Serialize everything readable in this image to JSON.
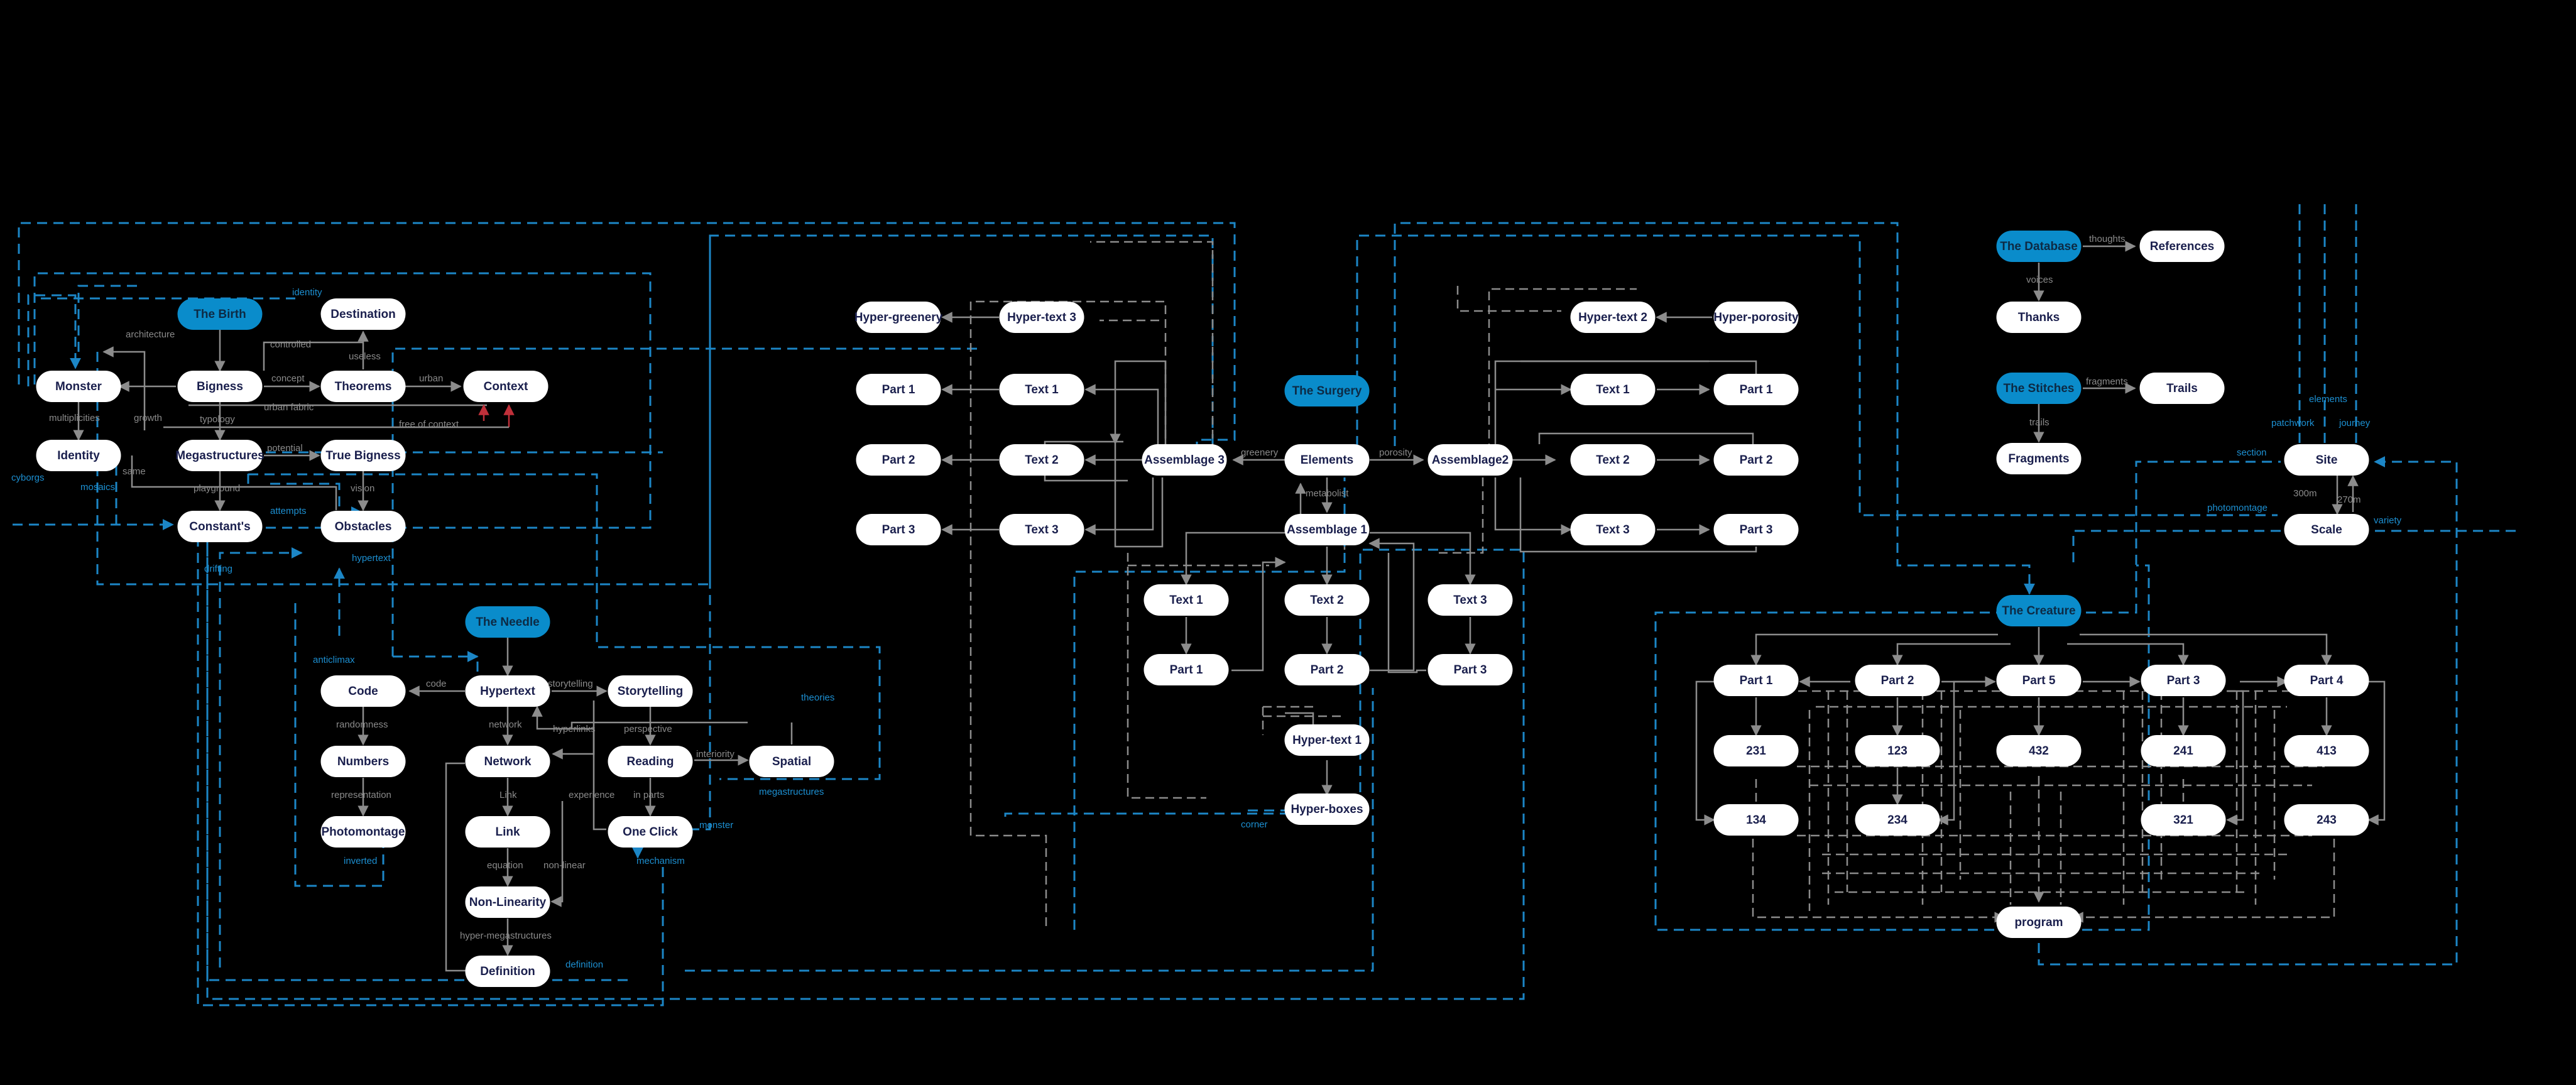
{
  "colors": {
    "background": "#000000",
    "node": "#ffffff",
    "hub": "#0a8ccb",
    "connector": "#8c8c8c",
    "dashed_link": "#1c86c6",
    "accent_red": "#c0303a"
  },
  "nodes": {
    "the_birth": "The Birth",
    "destination": "Destination",
    "monster": "Monster",
    "bigness": "Bigness",
    "theorems": "Theorems",
    "context": "Context",
    "identity": "Identity",
    "megastructures": "Megastructures",
    "true_bigness": "True Bigness",
    "constants": "Constant's",
    "obstacles": "Obstacles",
    "the_needle": "The Needle",
    "code": "Code",
    "hypertext": "Hypertext",
    "storytelling": "Storytelling",
    "numbers": "Numbers",
    "network": "Network",
    "reading": "Reading",
    "spatial": "Spatial",
    "photomontage": "Photomontage",
    "link": "Link",
    "one_click": "One Click",
    "non_linearity": "Non-Linearity",
    "definition": "Definition",
    "hyper_greenery": "Hyper-greenery",
    "hyper_text_3": "Hyper-text 3",
    "part_1_a": "Part 1",
    "text_1_a": "Text 1",
    "part_2_a": "Part 2",
    "text_2_a": "Text 2",
    "part_3_a": "Part 3",
    "text_3_a": "Text 3",
    "assemblage_3": "Assemblage 3",
    "the_surgery": "The Surgery",
    "elements": "Elements",
    "assemblage_1": "Assemblage 1",
    "text_1_b": "Text 1",
    "text_2_b": "Text 2",
    "text_3_b": "Text 3",
    "part_1_b": "Part 1",
    "part_2_b": "Part 2",
    "part_3_b": "Part 3",
    "hyper_text_1": "Hyper-text 1",
    "hyper_boxes": "Hyper-boxes",
    "assemblage2": "Assemblage2",
    "hyper_text_2": "Hyper-text 2",
    "hyper_porosity": "Hyper-porosity",
    "text_1_c": "Text 1",
    "part_1_c": "Part 1",
    "text_2_c": "Text 2",
    "part_2_c": "Part 2",
    "text_3_c": "Text 3",
    "part_3_c": "Part 3",
    "the_database": "The Database",
    "references": "References",
    "thanks": "Thanks",
    "the_stitches": "The Stitches",
    "trails": "Trails",
    "fragments": "Fragments",
    "site": "Site",
    "scale": "Scale",
    "the_creature": "The Creature",
    "part_1_d": "Part 1",
    "part_2_d": "Part 2",
    "part_5_d": "Part 5",
    "part_3_d": "Part 3",
    "part_4_d": "Part 4",
    "n231": "231",
    "n123": "123",
    "n432": "432",
    "n241": "241",
    "n413": "413",
    "n134": "134",
    "n234": "234",
    "n321": "321",
    "n243": "243",
    "program": "program"
  },
  "edge_labels": {
    "controlled": "controlled",
    "useless": "useless",
    "architecture": "architecture",
    "concept": "concept",
    "urban": "urban",
    "multiplicities": "multiplicities",
    "growth": "growth",
    "typology": "typology",
    "urban_fabric": "urban fabric",
    "free_of_context": "free of context",
    "potential": "potential",
    "same": "same",
    "playground": "playground",
    "vision": "vision",
    "code": "code",
    "storytelling": "storytelling",
    "randomness": "randomness",
    "network": "network",
    "hyperlinks": "hyperlinks",
    "perspective": "perspective",
    "interiority": "interiority",
    "representation": "representation",
    "link": "Link",
    "experience": "experience",
    "in_parts": "in parts",
    "equation": "equation",
    "non_linear": "non-linear",
    "hyper_megastructures": "hyper-megastructures",
    "greenery": "greenery",
    "porosity": "porosity",
    "metabolist": "metabolist",
    "thoughts": "thoughts",
    "voices": "voices",
    "fragments": "fragments",
    "trails": "trails",
    "m300": "300m",
    "m270": "270m"
  },
  "notes": {
    "identity": "identity",
    "cyborgs": "cyborgs",
    "mosaics": "mosaics",
    "attempts": "attempts",
    "drifting": "drifting",
    "hypertext": "hypertext",
    "anticlimax": "anticlimax",
    "inverted": "inverted",
    "theories": "theories",
    "megastructures": "megastructures",
    "monster": "monster",
    "mechanism": "mechanism",
    "definition": "definition",
    "corner": "corner",
    "patchwork": "patchwork",
    "elements": "elements",
    "journey": "journey",
    "section": "section",
    "photomontage": "photomontage",
    "variety": "variety"
  }
}
